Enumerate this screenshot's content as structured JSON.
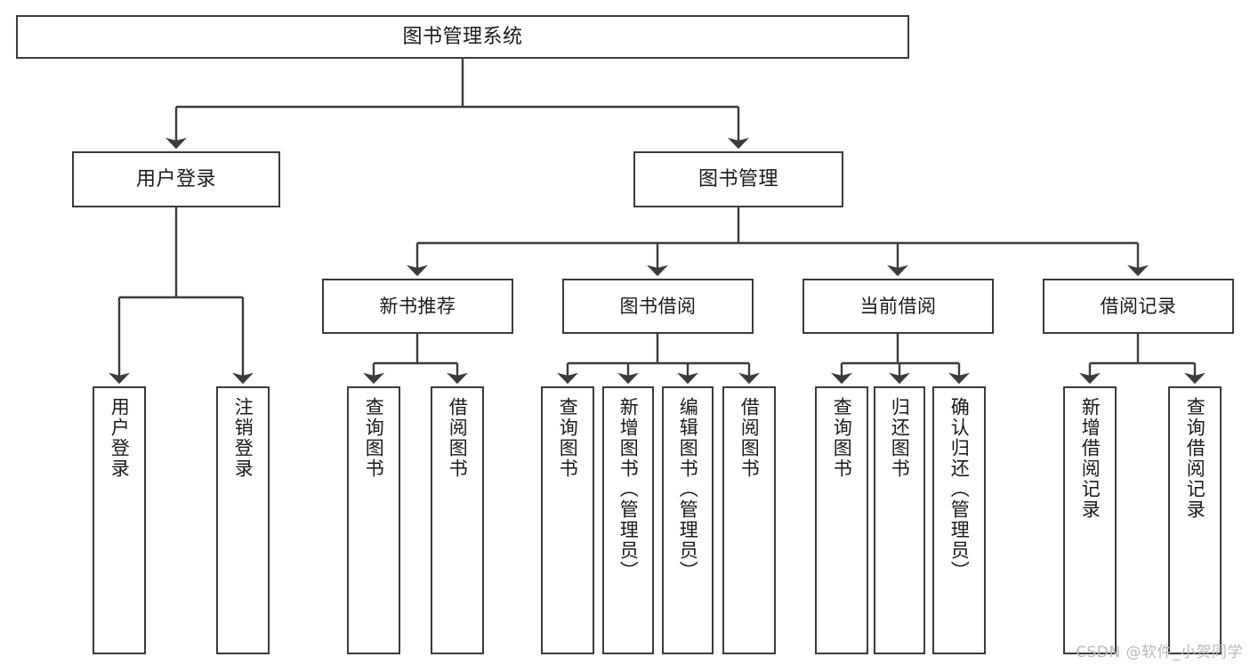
{
  "diagram": {
    "title": "图书管理系统",
    "type": "tree",
    "nodes": {
      "root": {
        "label": "图书管理系统"
      },
      "level1": [
        {
          "id": "user-login",
          "label": "用户登录"
        },
        {
          "id": "book-management",
          "label": "图书管理"
        }
      ],
      "level2": [
        {
          "id": "new-book-recommend",
          "label": "新书推荐"
        },
        {
          "id": "book-borrow",
          "label": "图书借阅"
        },
        {
          "id": "current-borrow",
          "label": "当前借阅"
        },
        {
          "id": "borrow-record",
          "label": "借阅记录"
        }
      ],
      "leaves": {
        "user_login": [
          {
            "id": "leaf-user-login",
            "label": "用户登录"
          },
          {
            "id": "leaf-user-logout",
            "label": "注销登录"
          }
        ],
        "new_book_recommend": [
          {
            "id": "leaf-query-book-1",
            "label": "查询图书"
          },
          {
            "id": "leaf-borrow-book-1",
            "label": "借阅图书"
          }
        ],
        "book_borrow": [
          {
            "id": "leaf-query-book-2",
            "label": "查询图书"
          },
          {
            "id": "leaf-add-book",
            "label": "新增图书（管理员）"
          },
          {
            "id": "leaf-edit-book",
            "label": "编辑图书（管理员）"
          },
          {
            "id": "leaf-borrow-book-2",
            "label": "借阅图书"
          }
        ],
        "current_borrow": [
          {
            "id": "leaf-query-book-3",
            "label": "查询图书"
          },
          {
            "id": "leaf-return-book",
            "label": "归还图书"
          },
          {
            "id": "leaf-confirm-return",
            "label": "确认归还（管理员）"
          }
        ],
        "borrow_record": [
          {
            "id": "leaf-add-record",
            "label": "新增借阅记录"
          },
          {
            "id": "leaf-query-record",
            "label": "查询借阅记录"
          }
        ]
      }
    },
    "colors": {
      "border": "#3b3b3b",
      "background": "#ffffff",
      "text": "#1a1a1a",
      "watermark": "#b9b9b9"
    }
  },
  "watermark": {
    "text": "CSDN @软件_小贺同学"
  }
}
